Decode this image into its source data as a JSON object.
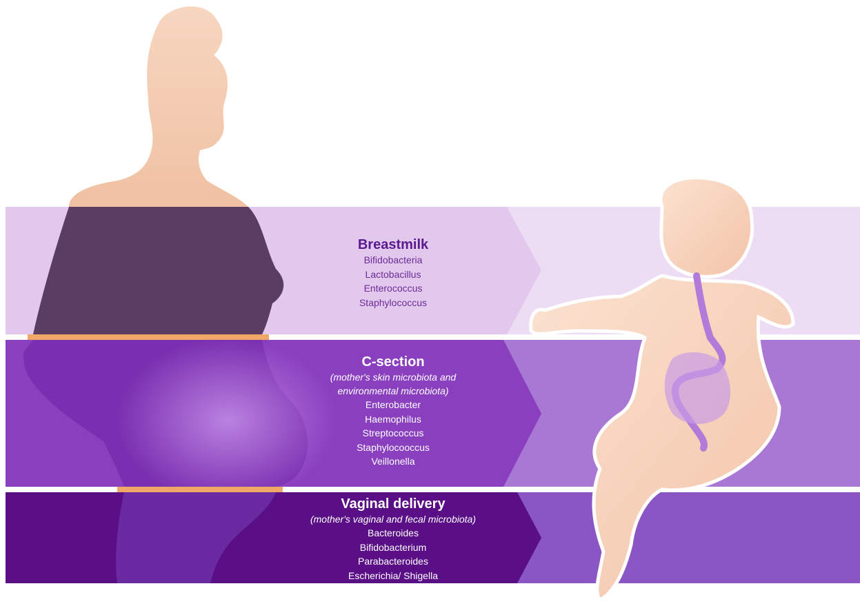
{
  "colors": {
    "band_breastmilk": "#e3c8ee",
    "band_csection": "#8a3fbf",
    "band_vaginal": "#5a0f86",
    "band_right_breastmilk": "#ecdcf4",
    "band_right_csection": "#a878d4",
    "band_right_vaginal": "#8a56c6",
    "skin": "#f6cfb2",
    "separator_orange": "#f0a868"
  },
  "bands": {
    "breastmilk": {
      "title": "Breastmilk",
      "items": [
        "Bifidobacteria",
        "Lactobacillus",
        "Enterococcus",
        "Staphylococcus"
      ]
    },
    "csection": {
      "title": "C-section",
      "subtitle_line1": "(mother's skin microbiota and",
      "subtitle_line2": "environmental microbiota)",
      "items": [
        "Enterobacter",
        "Haemophilus",
        "Streptococcus",
        "Staphylocooccus",
        "Veillonella"
      ]
    },
    "vaginal": {
      "title": "Vaginal delivery",
      "subtitle": "(mother's vaginal and fecal microbiota)",
      "items": [
        "Bacteroides",
        "Bifidobacterium",
        "Parabacteroides",
        "Escherichia/ Shigella"
      ]
    }
  },
  "illustrations": {
    "mother": "pregnant-mother-silhouette",
    "infant": "infant-with-gut-figure",
    "gut": "infant-gut-icon"
  }
}
